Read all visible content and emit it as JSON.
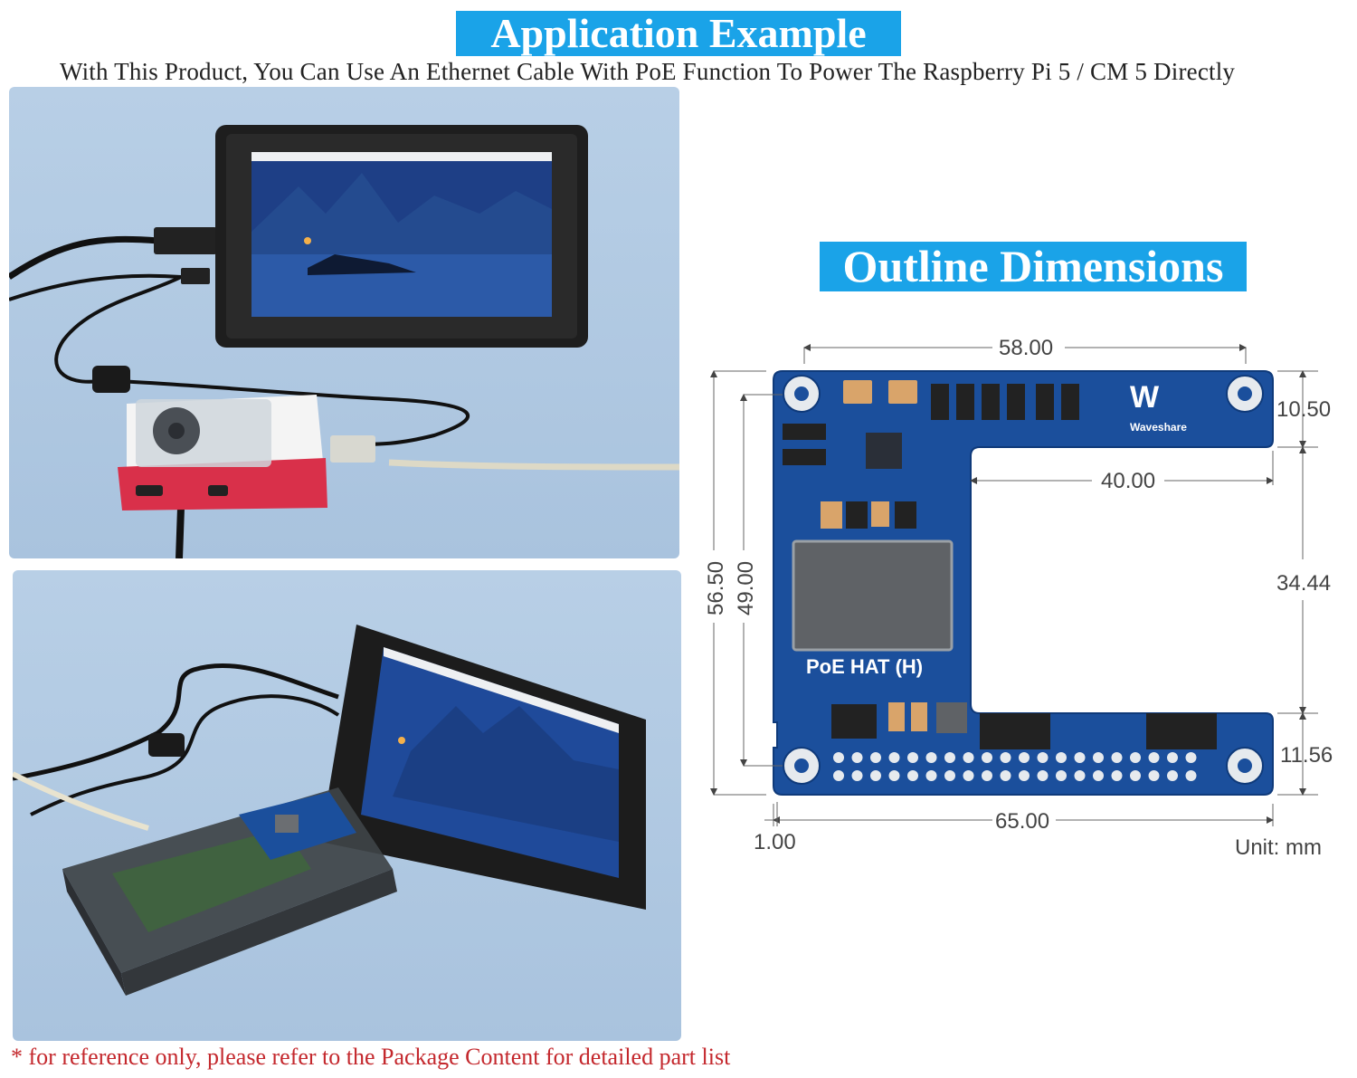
{
  "header": {
    "title": "Application Example",
    "subtitle": "With This Product, You Can Use An Ethernet Cable With PoE Function To Power The Raspberry Pi 5 / CM 5 Directly"
  },
  "dimensions": {
    "title": "Outline Dimensions",
    "board_label": "PoE HAT (H)",
    "brand": "Waveshare",
    "width_top": "58.00",
    "cutout_width": "40.00",
    "width_bottom": "65.00",
    "height_outer": "56.50",
    "height_inner": "49.00",
    "top_band": "10.50",
    "cutout_height": "34.44",
    "bottom_band": "11.56",
    "offset": "1.00",
    "unit": "Unit: mm"
  },
  "footnote": "* for reference only, please refer to the Package Content for detailed part list",
  "colors": {
    "banner": "#1aa3e8",
    "board": "#1b4f9c",
    "footnote": "#c4282d"
  }
}
